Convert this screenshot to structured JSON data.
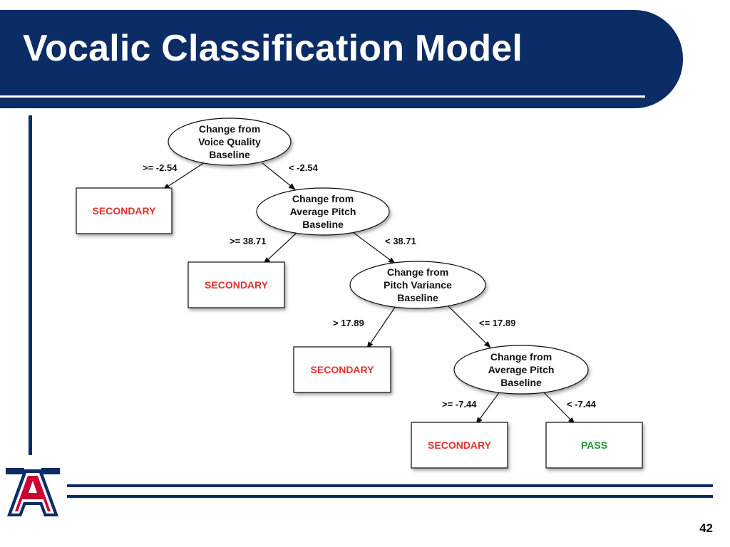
{
  "slide": {
    "title": "Vocalic Classification Model",
    "page_number": "42"
  },
  "colors": {
    "navy": "#0b2c64",
    "secondary": "#e0322b",
    "pass": "#1f9a2e"
  },
  "logo": {
    "letter": "A",
    "icon": "university-a-logo-icon"
  },
  "tree": {
    "decision_nodes": [
      {
        "lines": [
          "Change from",
          "Voice Quality",
          "Baseline"
        ]
      },
      {
        "lines": [
          "Change from",
          "Average Pitch",
          "Baseline"
        ]
      },
      {
        "lines": [
          "Change from",
          "Pitch Variance",
          "Baseline"
        ]
      },
      {
        "lines": [
          "Change from",
          "Average Pitch",
          "Baseline"
        ]
      }
    ],
    "leaves": [
      {
        "label": "SECONDARY",
        "type": "secondary"
      },
      {
        "label": "SECONDARY",
        "type": "secondary"
      },
      {
        "label": "SECONDARY",
        "type": "secondary"
      },
      {
        "label": "SECONDARY",
        "type": "secondary"
      },
      {
        "label": "PASS",
        "type": "pass"
      }
    ],
    "edges": [
      {
        "from": "decision-0",
        "to": "leaf-0",
        "label": ">= -2.54"
      },
      {
        "from": "decision-0",
        "to": "decision-1",
        "label": "< -2.54"
      },
      {
        "from": "decision-1",
        "to": "leaf-1",
        "label": ">= 38.71"
      },
      {
        "from": "decision-1",
        "to": "decision-2",
        "label": "< 38.71"
      },
      {
        "from": "decision-2",
        "to": "leaf-2",
        "label": "> 17.89"
      },
      {
        "from": "decision-2",
        "to": "decision-3",
        "label": "<= 17.89"
      },
      {
        "from": "decision-3",
        "to": "leaf-3",
        "label": ">= -7.44"
      },
      {
        "from": "decision-3",
        "to": "leaf-4",
        "label": "< -7.44"
      }
    ]
  }
}
